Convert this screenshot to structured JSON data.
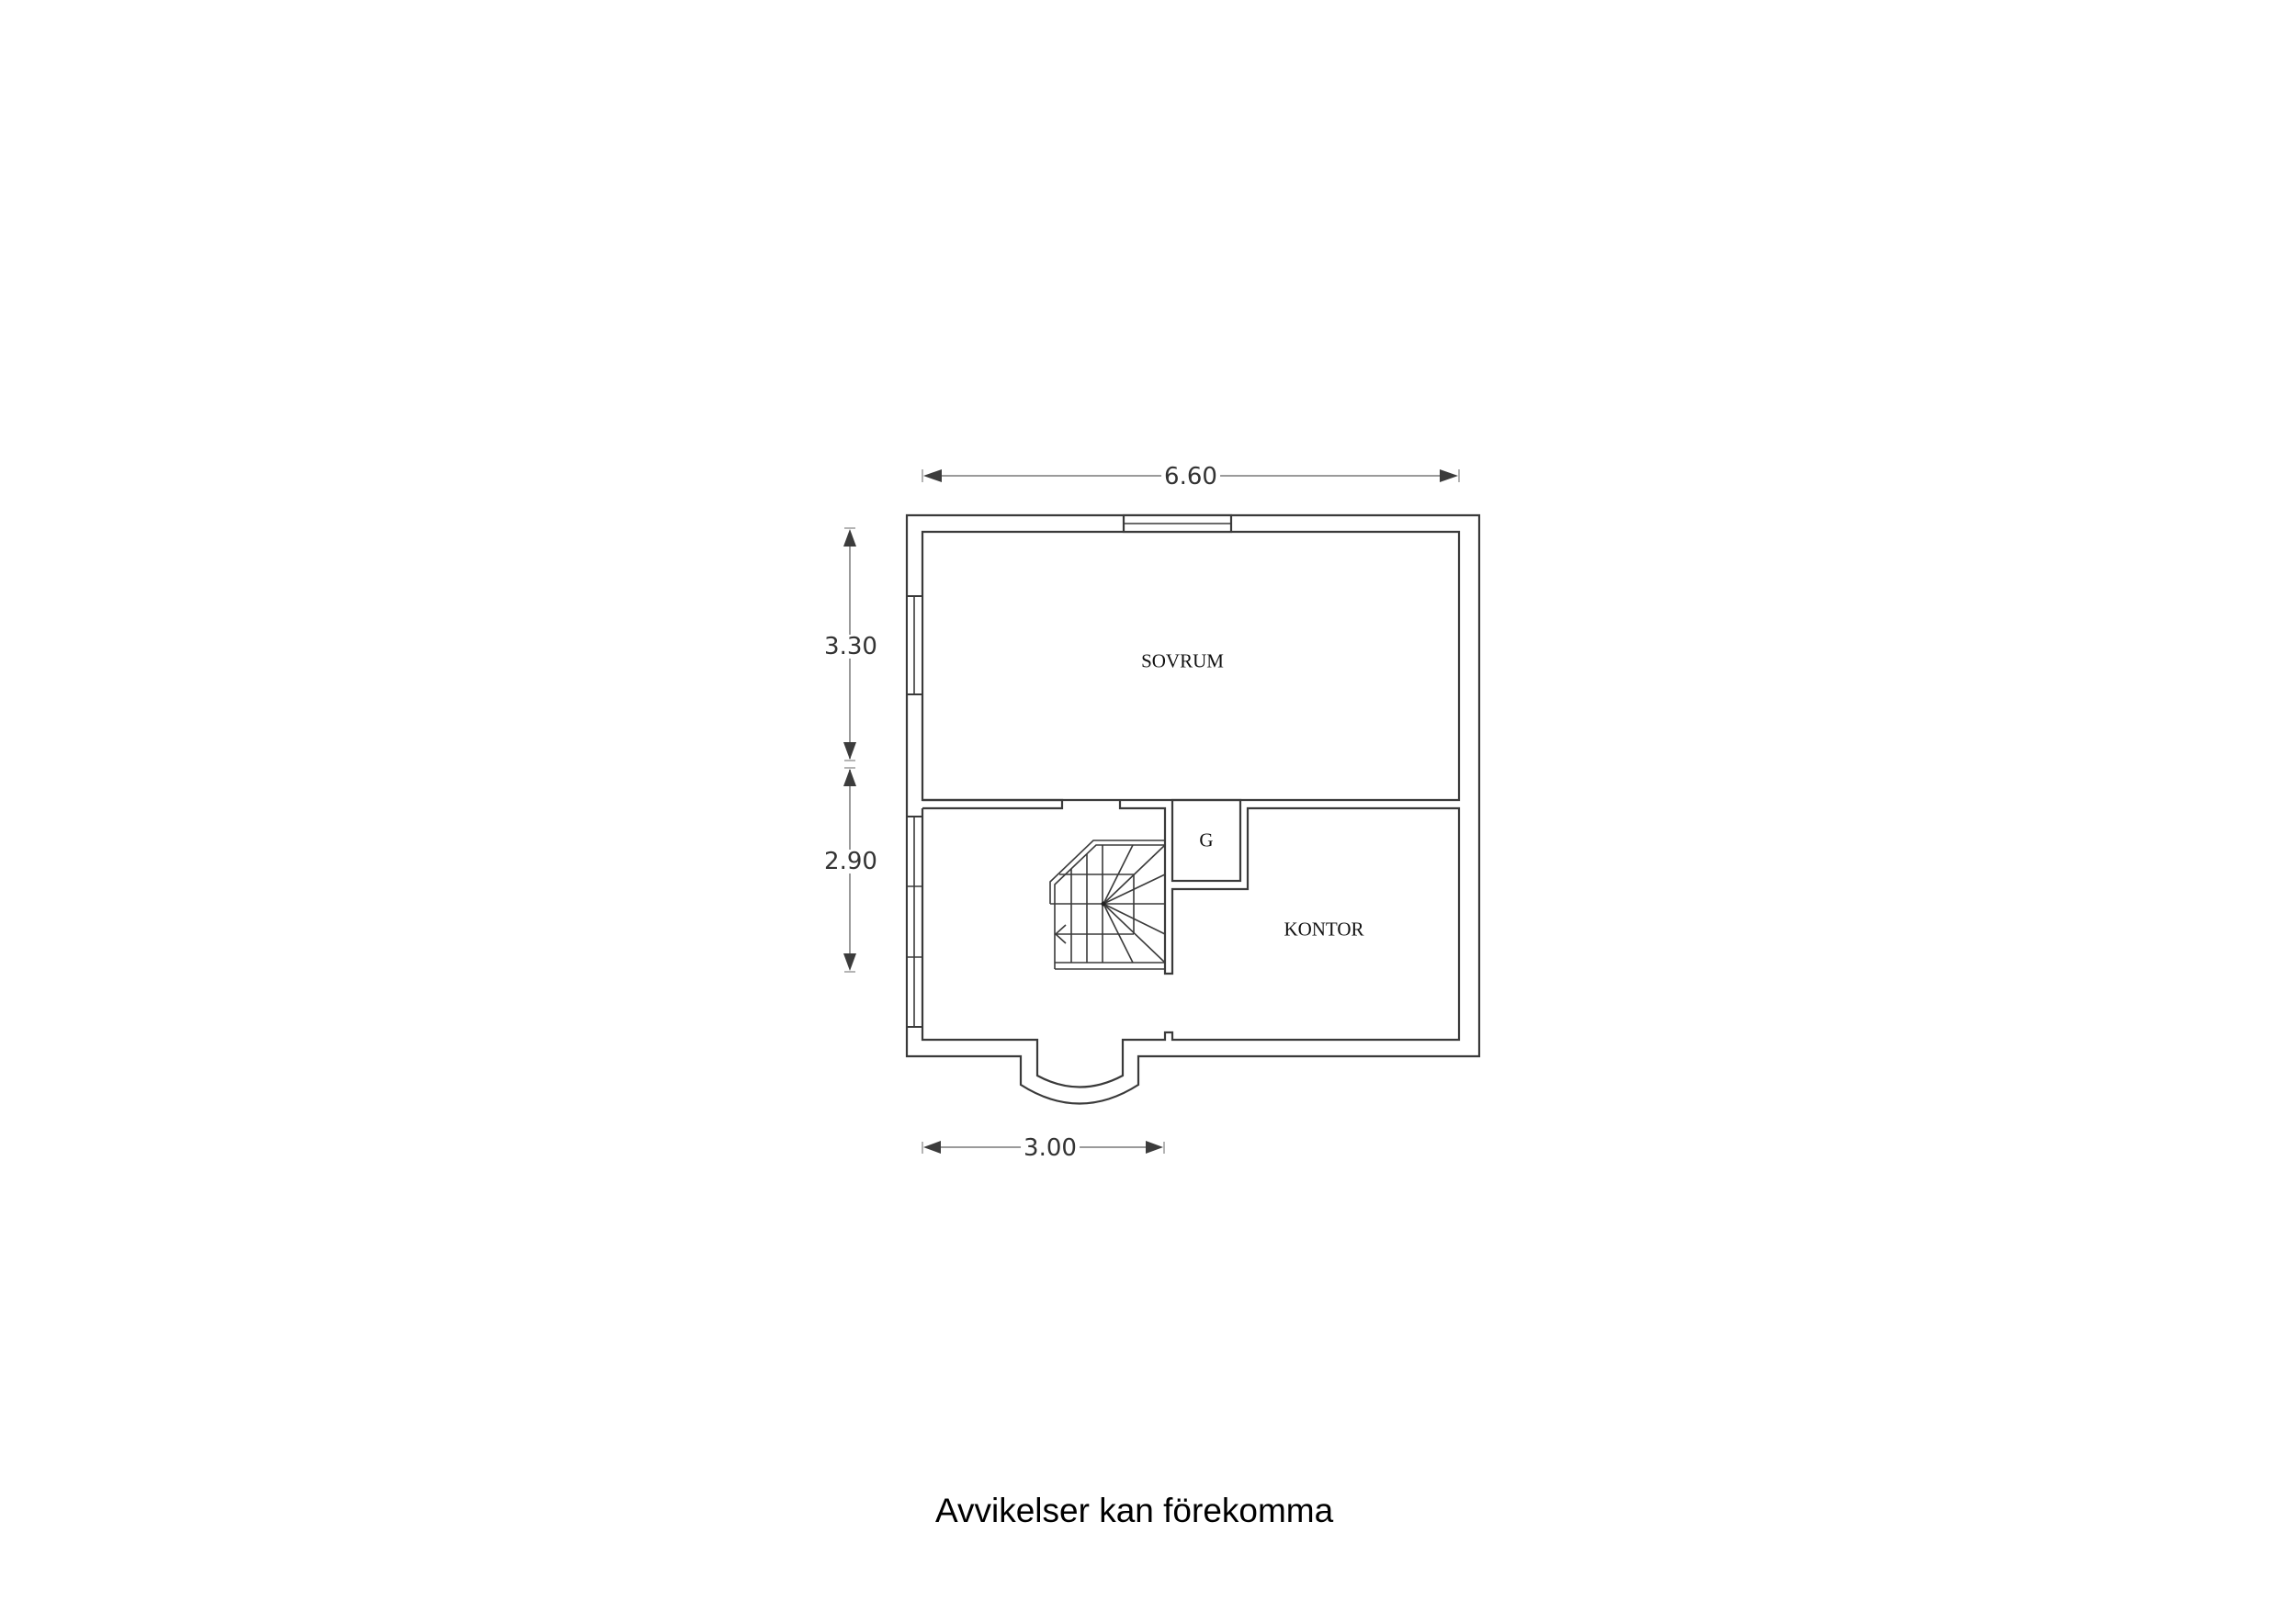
{
  "floorplan": {
    "rooms": [
      {
        "name": "SOVRUM"
      },
      {
        "name": "KONTOR"
      },
      {
        "name": "G"
      }
    ],
    "dimensions": {
      "top_width": "6.60",
      "left_upper_height": "3.30",
      "left_lower_height": "2.90",
      "bottom_width": "3.00"
    }
  },
  "footer": {
    "disclaimer": "Avvikelser kan förekomma"
  },
  "colors": {
    "wall": "#3a3a3a",
    "dimension_line": "#9a9a9a",
    "dimension_arrow": "#3c3c3c",
    "background": "#ffffff"
  }
}
